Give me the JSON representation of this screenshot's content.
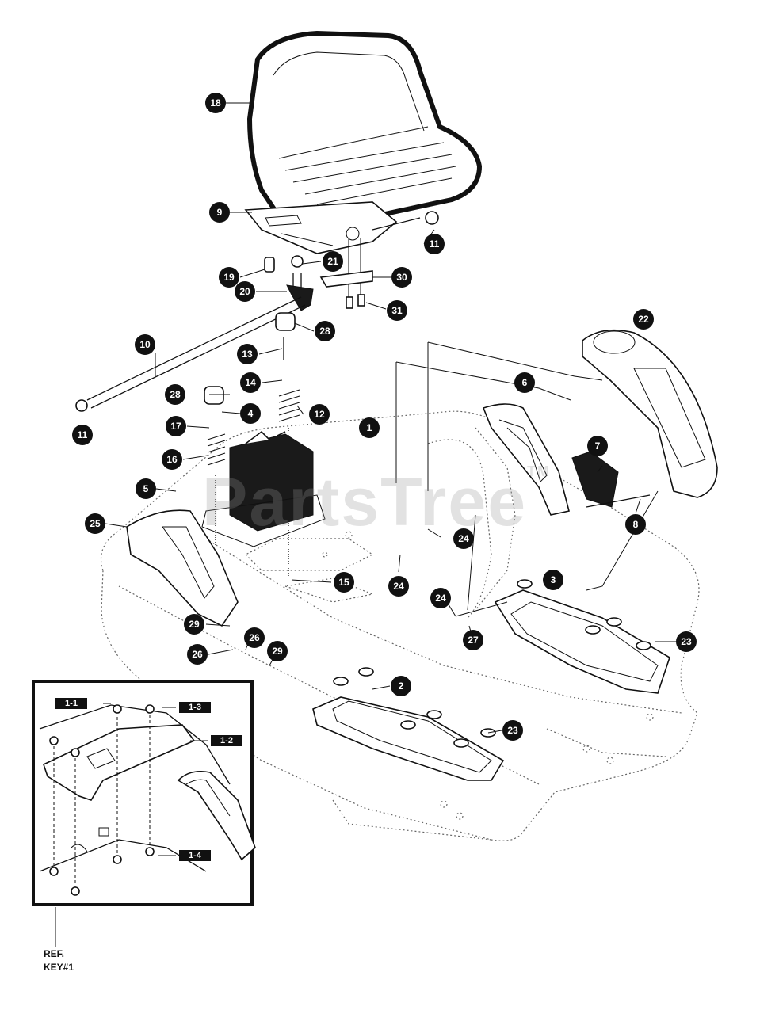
{
  "watermark": "PartsTree",
  "watermark_tm": "TM",
  "ref_label_line1": "REF.",
  "ref_label_line2": "KEY#1",
  "callouts": [
    {
      "id": "18",
      "label": "18"
    },
    {
      "id": "9",
      "label": "9"
    },
    {
      "id": "11a",
      "label": "11"
    },
    {
      "id": "21",
      "label": "21"
    },
    {
      "id": "19",
      "label": "19"
    },
    {
      "id": "30",
      "label": "30"
    },
    {
      "id": "20",
      "label": "20"
    },
    {
      "id": "31",
      "label": "31"
    },
    {
      "id": "28a",
      "label": "28"
    },
    {
      "id": "22",
      "label": "22"
    },
    {
      "id": "10",
      "label": "10"
    },
    {
      "id": "13",
      "label": "13"
    },
    {
      "id": "14",
      "label": "14"
    },
    {
      "id": "6",
      "label": "6"
    },
    {
      "id": "28b",
      "label": "28"
    },
    {
      "id": "4",
      "label": "4"
    },
    {
      "id": "12",
      "label": "12"
    },
    {
      "id": "1",
      "label": "1"
    },
    {
      "id": "11b",
      "label": "11"
    },
    {
      "id": "17",
      "label": "17"
    },
    {
      "id": "7",
      "label": "7"
    },
    {
      "id": "16",
      "label": "16"
    },
    {
      "id": "5",
      "label": "5"
    },
    {
      "id": "8",
      "label": "8"
    },
    {
      "id": "25",
      "label": "25"
    },
    {
      "id": "24a",
      "label": "24"
    },
    {
      "id": "24b",
      "label": "24"
    },
    {
      "id": "15",
      "label": "15"
    },
    {
      "id": "3",
      "label": "3"
    },
    {
      "id": "24c",
      "label": "24"
    },
    {
      "id": "29a",
      "label": "29"
    },
    {
      "id": "23a",
      "label": "23"
    },
    {
      "id": "26a",
      "label": "26"
    },
    {
      "id": "27",
      "label": "27"
    },
    {
      "id": "26b",
      "label": "26"
    },
    {
      "id": "29b",
      "label": "29"
    },
    {
      "id": "2",
      "label": "2"
    },
    {
      "id": "23b",
      "label": "23"
    }
  ],
  "inset_tags": [
    {
      "id": "1-1",
      "label": "1-1"
    },
    {
      "id": "1-3",
      "label": "1-3"
    },
    {
      "id": "1-2",
      "label": "1-2"
    },
    {
      "id": "1-4",
      "label": "1-4"
    }
  ]
}
